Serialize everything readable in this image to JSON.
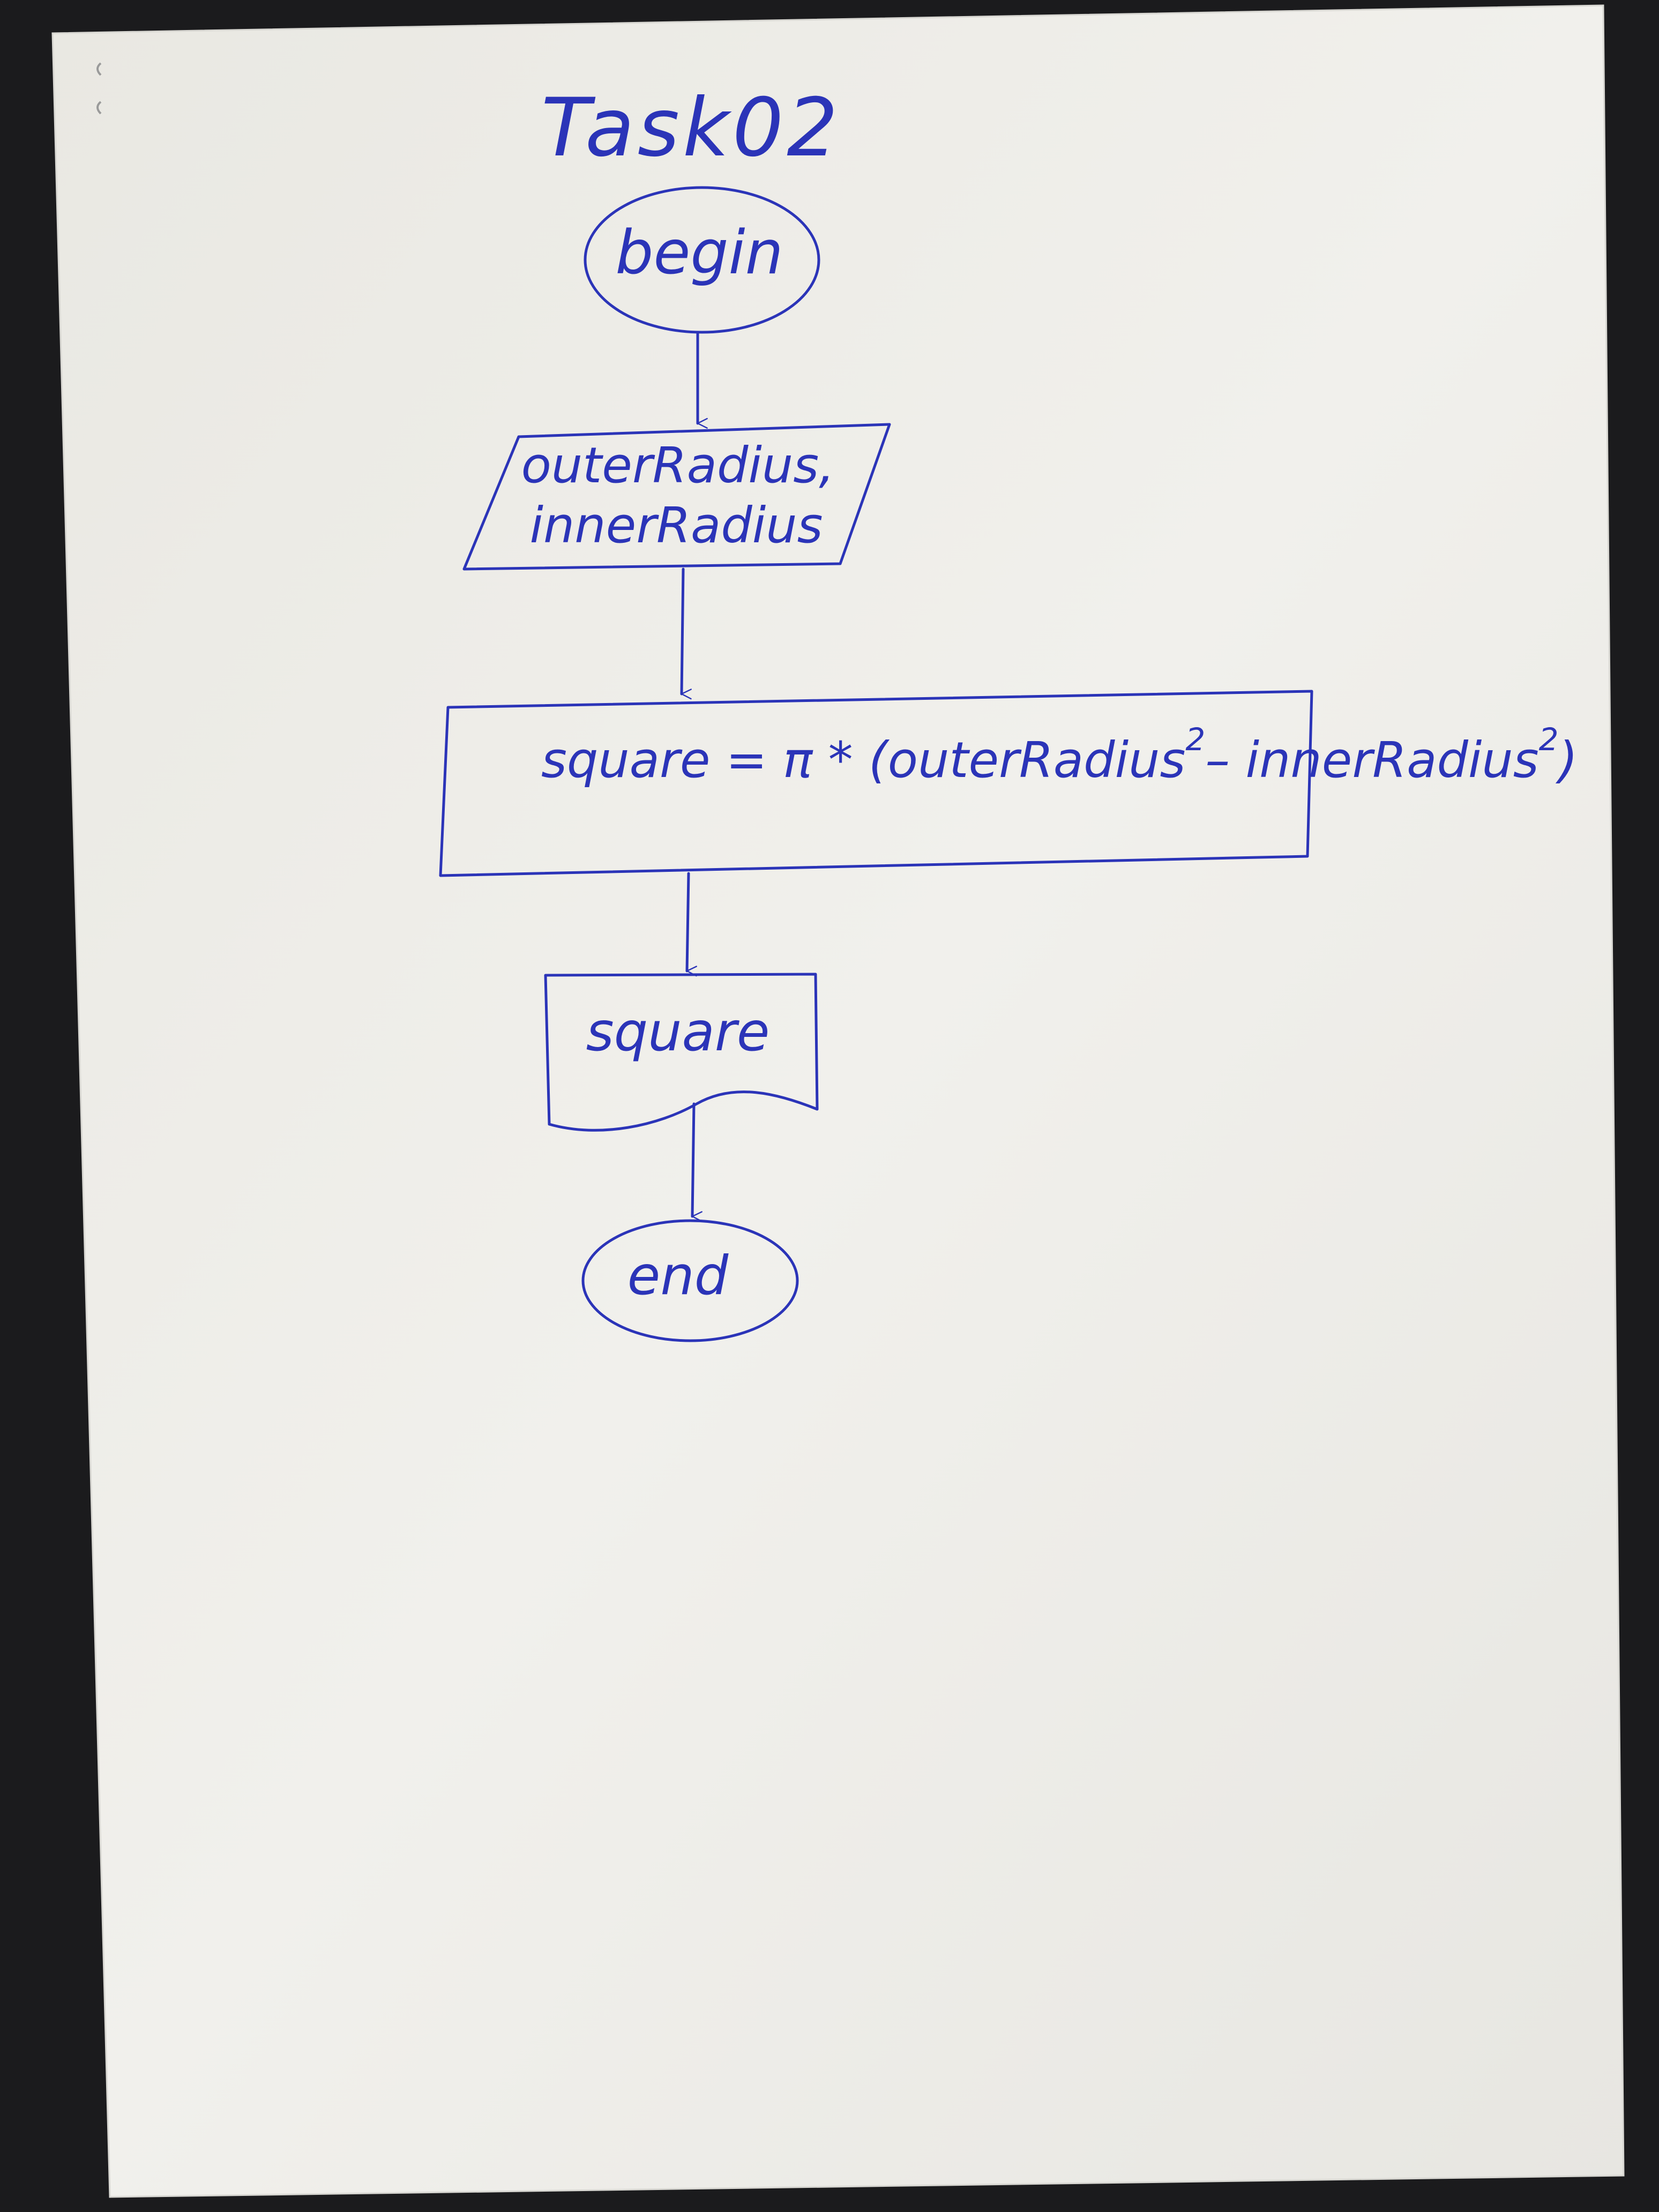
{
  "page": {
    "title": "Task02"
  },
  "flowchart": {
    "start": {
      "shape": "terminator",
      "text": "begin"
    },
    "input": {
      "shape": "parallelogram",
      "line1": "outerRadius,",
      "line2": "innerRadius"
    },
    "process": {
      "shape": "rectangle",
      "lhs": "square = π * (outerRadius",
      "exp1": "2",
      "mid": "– innerRadius",
      "exp2": "2",
      "rhs": ")"
    },
    "output": {
      "shape": "document",
      "text": "square"
    },
    "end": {
      "shape": "terminator",
      "text": "end"
    }
  },
  "colors": {
    "ink": "#2b34b8",
    "paper": "#efeeea",
    "background": "#1b1b1d"
  }
}
